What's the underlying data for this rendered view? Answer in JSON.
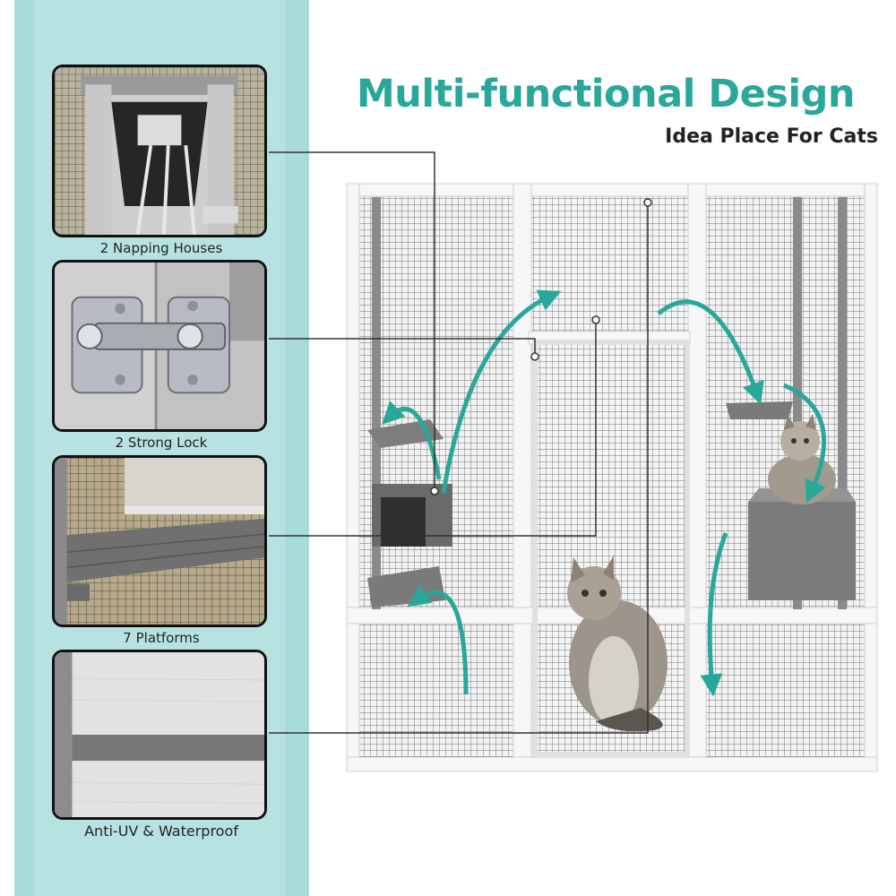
{
  "header": {
    "title": "Multi-functional Design",
    "subtitle": "Idea Place For Cats"
  },
  "features": [
    {
      "label": "2 Napping Houses"
    },
    {
      "label": "2 Strong Lock"
    },
    {
      "label": "7 Platforms"
    },
    {
      "label": "Anti-UV & Waterproof"
    }
  ],
  "colors": {
    "accent": "#2aa79b",
    "panel": "#b6e3e2",
    "wood_gray": "#6f6f6f"
  }
}
